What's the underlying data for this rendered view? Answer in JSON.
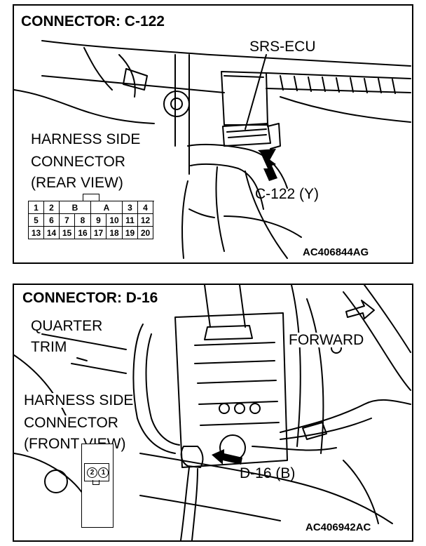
{
  "top_panel": {
    "title": "CONNECTOR: C-122",
    "component_label": "SRS-ECU",
    "harness_line1": "HARNESS SIDE",
    "harness_line2": "CONNECTOR",
    "harness_line3": "(REAR VIEW)",
    "connector_callout": "C-122 (Y)",
    "figure_code": "AC406844AG",
    "pin_rows": [
      [
        "1",
        "2",
        "B",
        "A",
        "3",
        "4"
      ],
      [
        "5",
        "6",
        "7",
        "8",
        "9",
        "10",
        "11",
        "12"
      ],
      [
        "13",
        "14",
        "15",
        "16",
        "17",
        "18",
        "19",
        "20"
      ]
    ]
  },
  "bottom_panel": {
    "title": "CONNECTOR: D-16",
    "trim_line1": "QUARTER",
    "trim_line2": "TRIM",
    "direction_label": "FORWARD",
    "harness_line1": "HARNESS SIDE",
    "harness_line2": "CONNECTOR",
    "harness_line3": "(FRONT VIEW)",
    "connector_callout": "D-16 (B)",
    "figure_code": "AC406942AC",
    "pins": [
      "2",
      "1"
    ]
  }
}
